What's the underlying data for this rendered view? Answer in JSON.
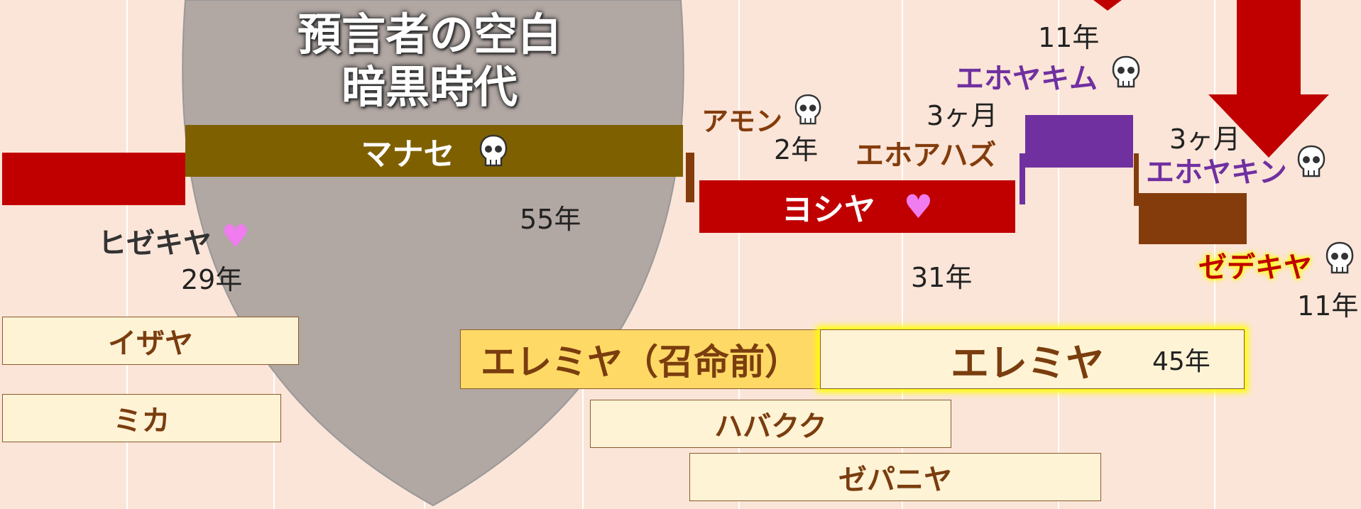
{
  "dark_age": {
    "line1": "預言者の空白",
    "line2": "暗黒時代"
  },
  "kings": {
    "manasseh": {
      "name": "マナセ",
      "years": "55年"
    },
    "hezekiah": {
      "name": "ヒゼキヤ",
      "years": "29年"
    },
    "amon": {
      "name": "アモン",
      "years": "2年"
    },
    "josiah": {
      "name": "ヨシヤ",
      "years": "31年"
    },
    "jehoahaz": {
      "name": "エホアハズ",
      "years": "3ヶ月"
    },
    "jehoiakim": {
      "name": "エホヤキム",
      "years": "11年"
    },
    "jehoiachin": {
      "name": "エホヤキン",
      "years": "3ヶ月"
    },
    "zedekiah": {
      "name": "ゼデキヤ",
      "years": "11年"
    }
  },
  "prophets": {
    "isaiah": "イザヤ",
    "micah": "ミカ",
    "jeremiah_pre": "エレミヤ（召命前）",
    "jeremiah": "エレミヤ",
    "jeremiah_years": "45年",
    "habakkuk": "ハバクク",
    "zephaniah": "ゼパニヤ"
  },
  "colors": {
    "background": "#fbe5d8",
    "good_king": "#c00000",
    "manasseh": "#7f6000",
    "amon": "#843c0c",
    "jehoiakim": "#7030a0",
    "arrow": "#c00000",
    "heart": "#f07cf0",
    "highlight": "#ffff00"
  },
  "icons": {
    "death": "skull-icon",
    "good": "heart-icon",
    "judgment": "down-arrow-icon"
  }
}
